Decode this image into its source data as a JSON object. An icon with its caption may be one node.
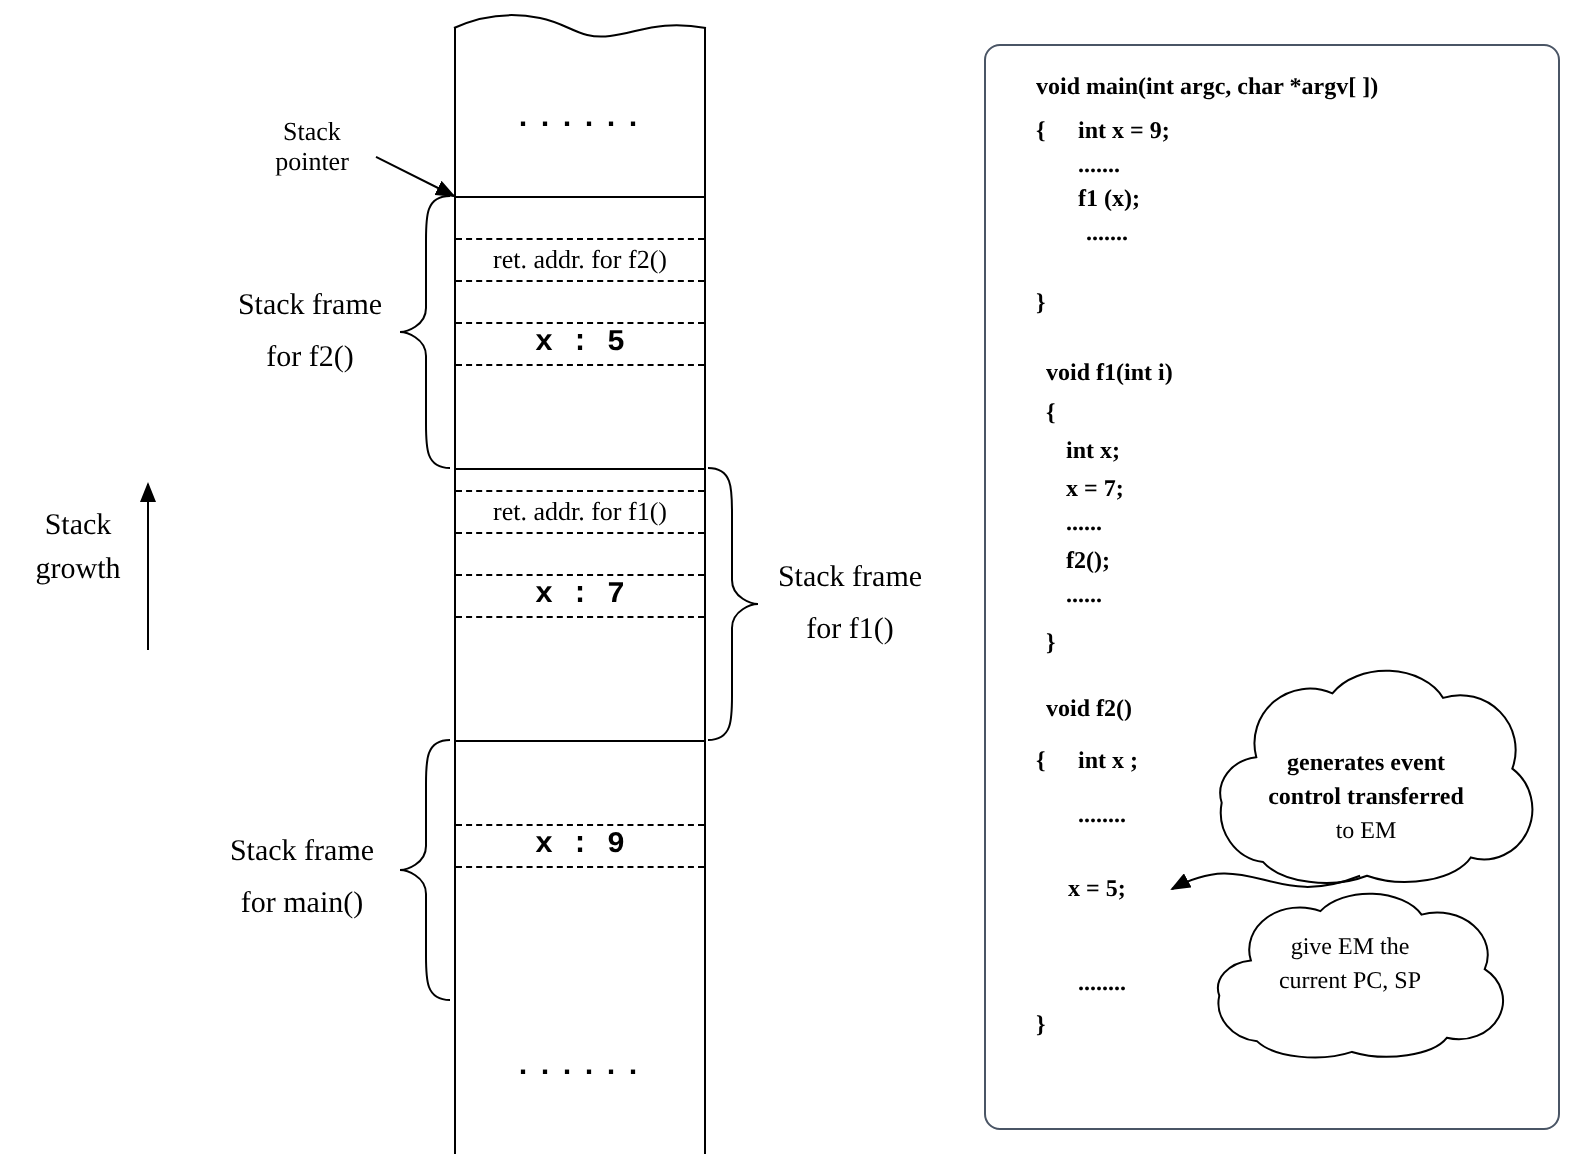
{
  "diagram": {
    "nodes": [
      {
        "text": [
          "......"
        ]
      },
      {
        "text": [],
        "shape": "box",
        "beside": [
          "Stack frame for f2()"
        ]
      },
      {
        "text": [
          "ret. addr. for f2()"
        ],
        "in": 1
      },
      {
        "text": [
          "x : 5"
        ],
        "in": 1
      },
      {
        "text": [],
        "shape": "box",
        "beside": [
          "Stack frame for f1()"
        ]
      },
      {
        "text": [
          "ret. addr. for f1()"
        ],
        "in": 4
      },
      {
        "text": [
          "x : 7"
        ],
        "in": 4
      },
      {
        "text": [],
        "shape": "box",
        "beside": [
          "Stack frame for main()"
        ]
      },
      {
        "text": [
          "x : 9"
        ],
        "in": 7
      },
      {
        "text": [
          "......"
        ]
      },
      {
        "text": [
          "Stack pointer"
        ]
      },
      {
        "text": [
          "void main(int argc, char *argv[ ])",
          "{",
          "int x = 9;",
          ".......",
          "f1 (x);",
          ".......",
          "}",
          "void f1(int i)",
          "{",
          "int x;",
          "x = 7;",
          "......",
          "f2();",
          "......",
          "}",
          "void f2()",
          "{",
          "int x ;",
          "........",
          "........",
          "}"
        ]
      },
      {
        "text": [
          "x = 5;"
        ],
        "in": 11
      },
      {
        "text": [
          "**generates event control transferred** to EM"
        ],
        "in": 11
      },
      {
        "text": [
          "give EM the current PC, SP"
        ],
        "in": 11
      }
    ],
    "edges": [
      {
        "from": 10,
        "to": 1,
        "arrow": "to"
      },
      {
        "from": 13,
        "to": 12,
        "arrow": "to"
      }
    ],
    "labels": [
      "Stack growth"
    ]
  }
}
